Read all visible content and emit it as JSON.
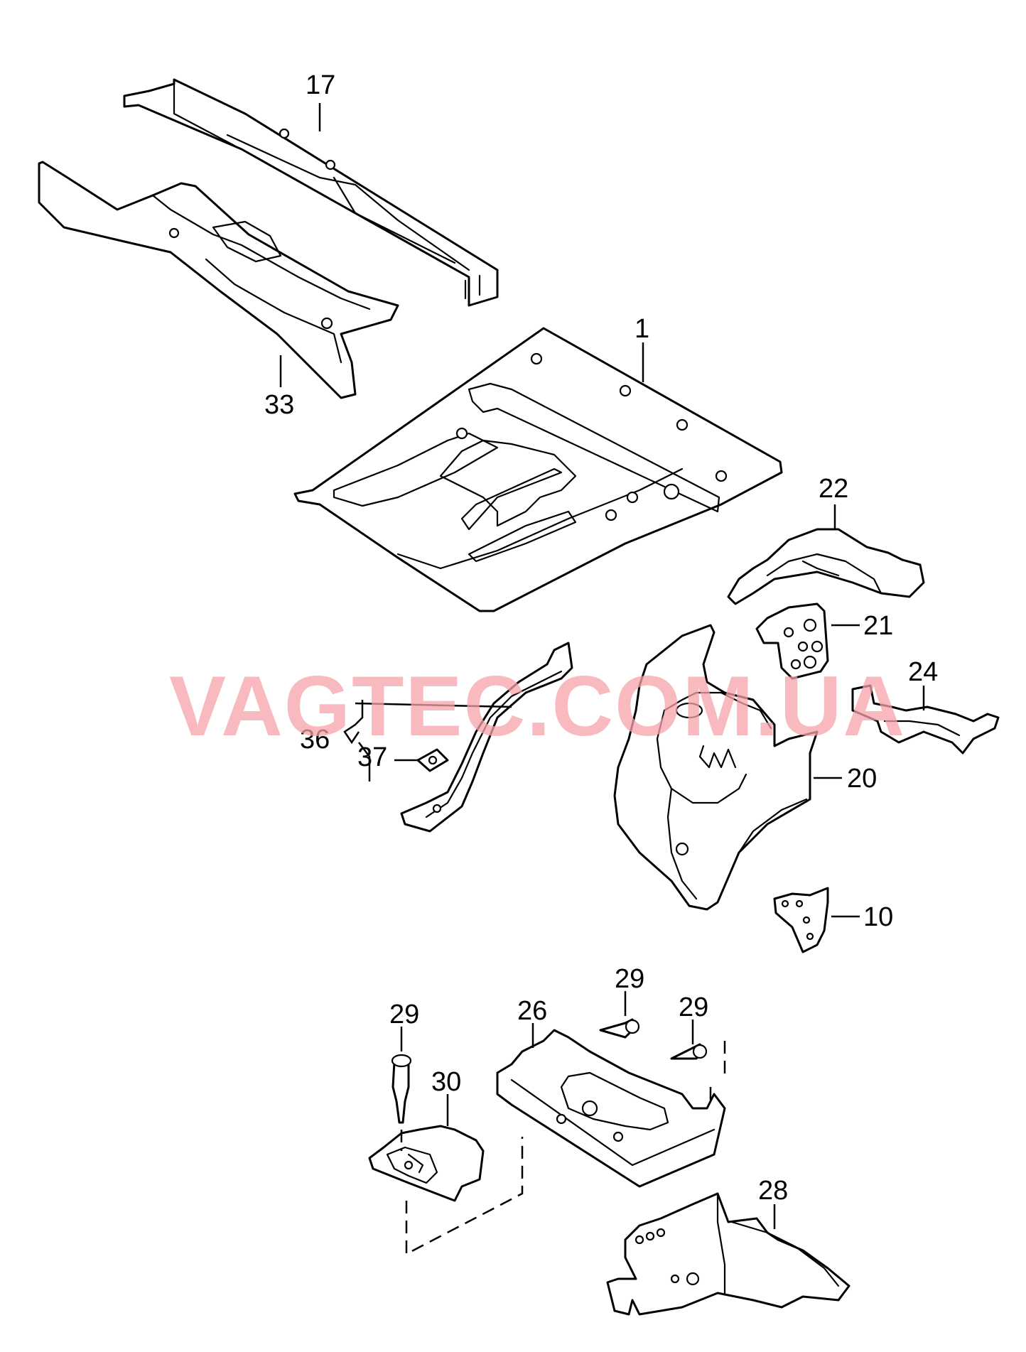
{
  "watermark": "VAGTEC.COM.UA",
  "labels": {
    "p17": "17",
    "p33": "33",
    "p1": "1",
    "p22": "22",
    "p21": "21",
    "p24": "24",
    "p36": "36",
    "p37": "37",
    "p20": "20",
    "p10": "10",
    "p29a": "29",
    "p29b": "29",
    "p29c": "29",
    "p26": "26",
    "p30": "30",
    "p28": "28"
  }
}
